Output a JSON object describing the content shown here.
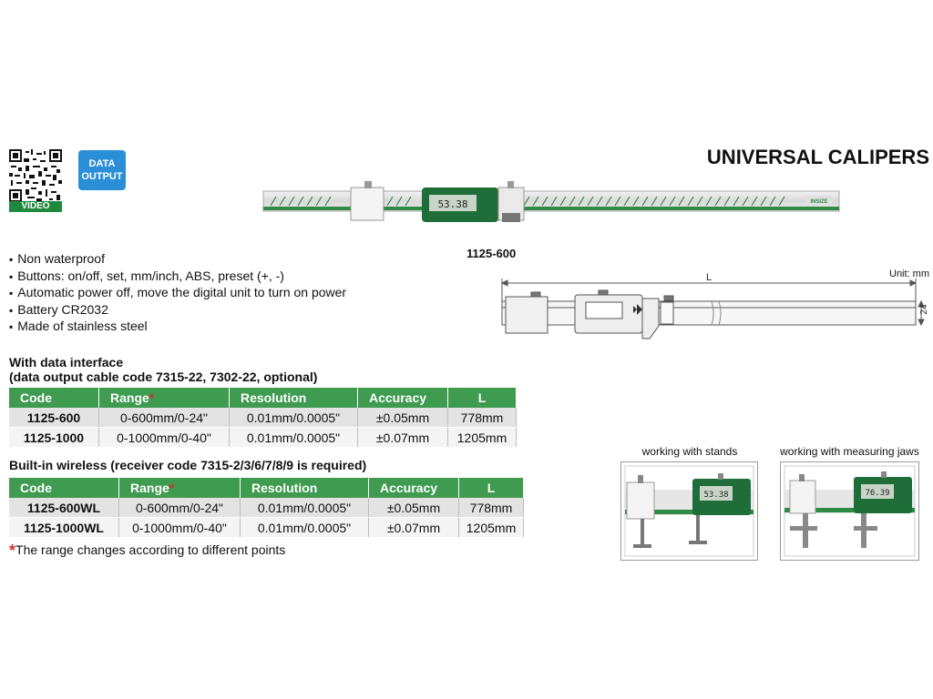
{
  "header": {
    "qr_label": "VIDEO",
    "badge": [
      "DATA",
      "OUTPUT"
    ],
    "title": "UNIVERSAL CALIPERS"
  },
  "product": {
    "model": "1125-600",
    "display_reading": "53.38",
    "brand_mark": "INSIZE"
  },
  "features": [
    "Non waterproof",
    "Buttons: on/off, set, mm/inch, ABS, preset (+, -)",
    "Automatic power off, move the digital unit to turn on power",
    "Battery CR2032",
    "Made of stainless steel"
  ],
  "drawing": {
    "unit_text": "Unit: mm",
    "length_label": "L",
    "height_label": "24"
  },
  "section1": {
    "title_line1": "With data interface",
    "title_line2": "(data output cable code 7315-22, 7302-22, optional)",
    "headers": [
      "Code",
      "Range",
      "Resolution",
      "Accuracy",
      "L"
    ],
    "rows": [
      [
        "1125-600",
        "0-600mm/0-24\"",
        "0.01mm/0.0005\"",
        "±0.05mm",
        "778mm"
      ],
      [
        "1125-1000",
        "0-1000mm/0-40\"",
        "0.01mm/0.0005\"",
        "±0.07mm",
        "1205mm"
      ]
    ]
  },
  "section2": {
    "title": "Built-in wireless (receiver code 7315-2/3/6/7/8/9 is required)",
    "headers": [
      "Code",
      "Range",
      "Resolution",
      "Accuracy",
      "L"
    ],
    "rows": [
      [
        "1125-600WL",
        "0-600mm/0-24\"",
        "0.01mm/0.0005\"",
        "±0.05mm",
        "778mm"
      ],
      [
        "1125-1000WL",
        "0-1000mm/0-40\"",
        "0.01mm/0.0005\"",
        "±0.07mm",
        "1205mm"
      ]
    ]
  },
  "footnote": {
    "star": "*",
    "text": "The range changes according to different points"
  },
  "images": {
    "stands_label": "working with stands",
    "jaws_label": "working with measuring jaws",
    "stands_reading": "53.38",
    "jaws_reading": "76.39"
  }
}
